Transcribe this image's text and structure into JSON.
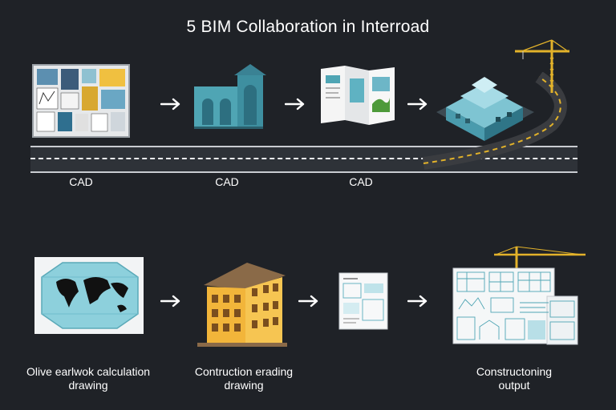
{
  "title": "5 BIM Collaboration in Interroad",
  "row1": {
    "labels": [
      "CAD",
      "CAD",
      "CAD"
    ]
  },
  "row2": {
    "labels": [
      [
        "Olive earlwok calculation",
        "drawing"
      ],
      [
        "Contruction erading",
        "drawing"
      ],
      [
        "Constructoning",
        "output"
      ]
    ]
  },
  "icons": {
    "board": "cad-board-icon",
    "building": "teal-building-icon",
    "brochure": "folded-brochure-icon",
    "site": "isometric-construction-site-icon",
    "crane": "tower-crane-icon",
    "map": "world-map-icon",
    "apartment": "yellow-apartment-icon",
    "sheet": "drawing-sheet-icon",
    "blueprints": "blueprint-sheets-icon",
    "arrow": "right-arrow-icon"
  },
  "colors": {
    "background": "#1f2227",
    "accent_teal": "#4fa5b4",
    "accent_yellow": "#f2b53a",
    "crane": "#e2b22a"
  }
}
